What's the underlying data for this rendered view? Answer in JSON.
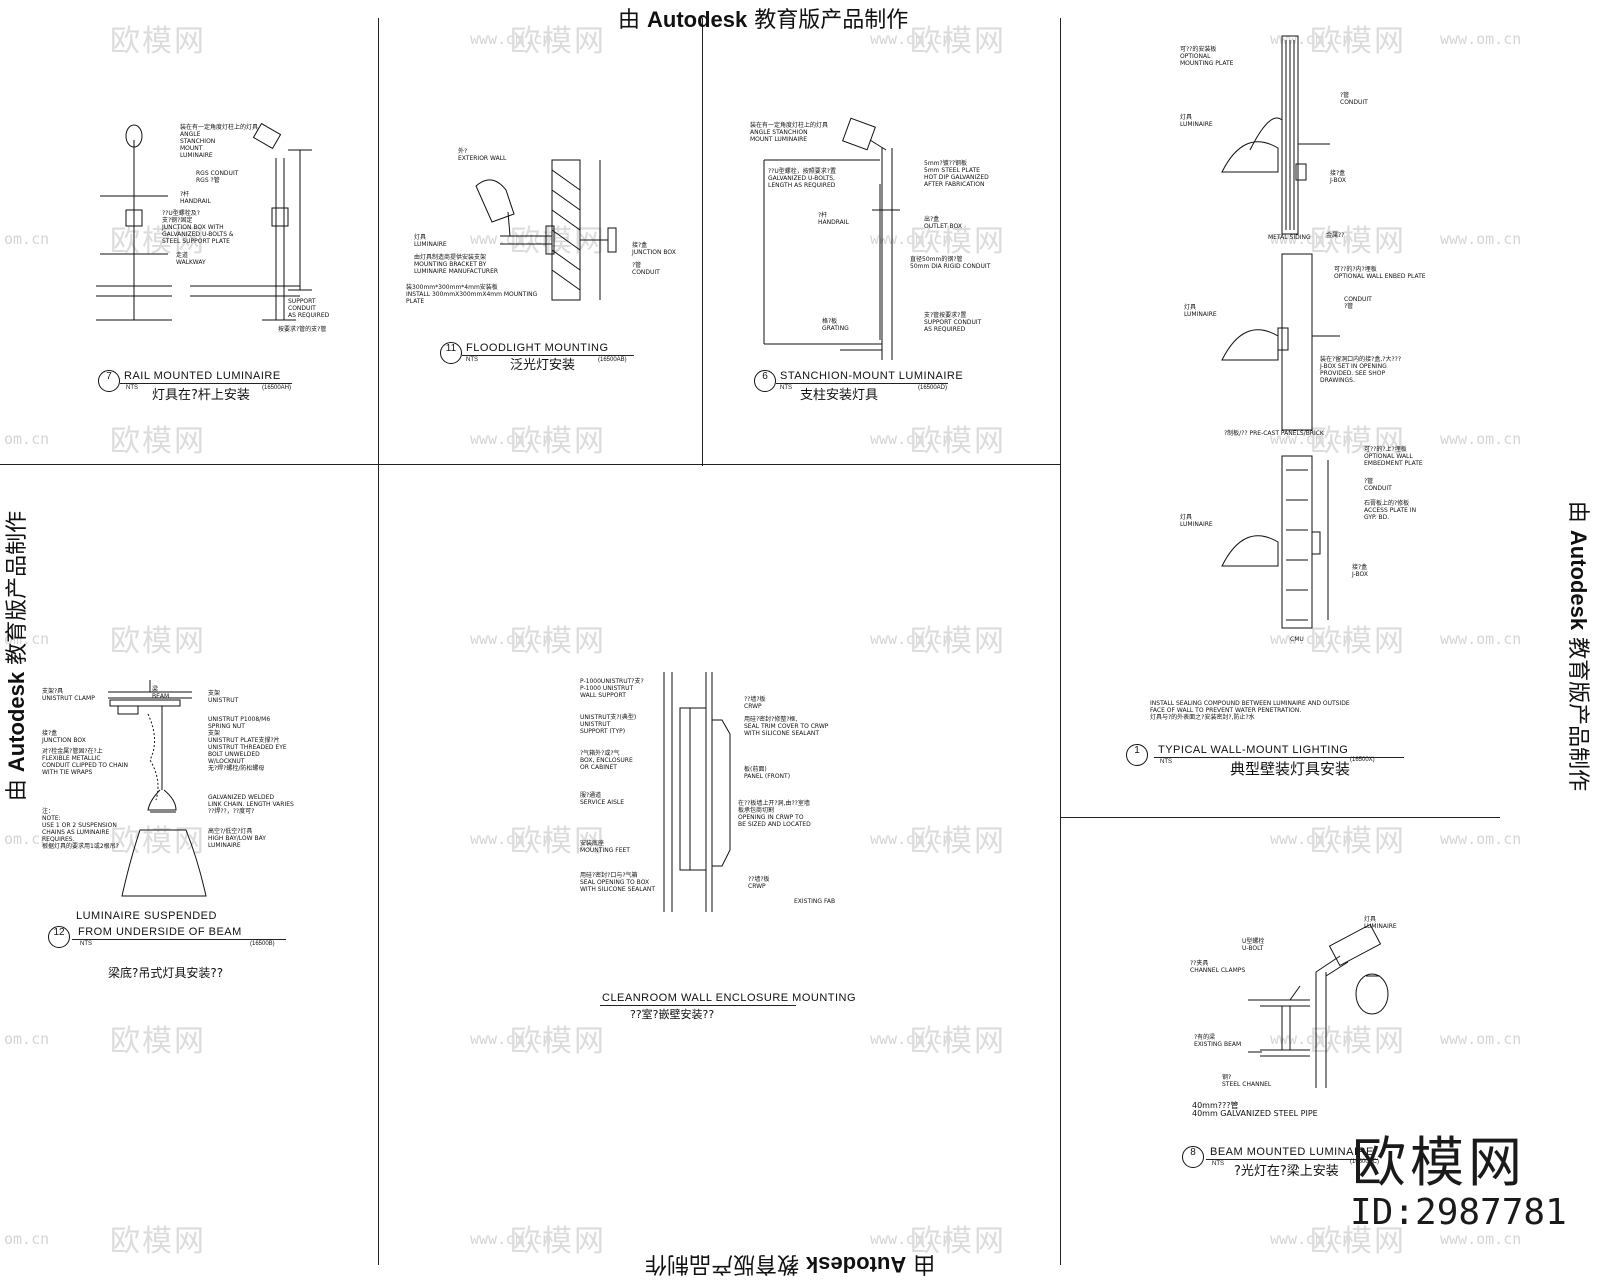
{
  "stamps": {
    "top": {
      "pre": "由 ",
      "brand": "Autodesk",
      "post": " 教育版产品制作"
    },
    "bottom": {
      "pre": "由 ",
      "brand": "Autodesk",
      "post": " 教育版产品制作"
    },
    "left": {
      "pre": "由 ",
      "brand": "Autodesk",
      "post": " 教育版产品制作"
    },
    "right": {
      "pre": "由 ",
      "brand": "Autodesk",
      "post": " 教育版产品制作"
    }
  },
  "watermark": {
    "logo": "欧模网",
    "url": "www.om.cn",
    "short": "om.cn"
  },
  "brand": {
    "logo": "欧模网",
    "id": "ID:2987781"
  },
  "details": {
    "rail": {
      "num": "7",
      "nts": "NTS",
      "code": "(16500AH)",
      "title_en": "RAIL MOUNTED LUMINAIRE",
      "title_cn": "灯具在?杆上安装",
      "labels": [
        "装在有一定角度灯柱上的灯具\nANGLE\nSTANCHION\nMOUNT\nLUMINAIRE",
        "RGS CONDUIT\nRGS ?管",
        "?杆\nHANDRAIL",
        "??U型螺栓及?\n支?钢?固定\nJUNCTION BOX WITH\nGALVANIZED U-BOLTS &\nSTEEL SUPPORT PLATE",
        "走道\nWALKWAY",
        "SUPPORT\nCONDUIT\nAS REQUIRED",
        "按要求?管的支?管"
      ]
    },
    "flood": {
      "num": "11",
      "nts": "NTS",
      "code": "(16500AB)",
      "title_en": "FLOODLIGHT MOUNTING",
      "title_cn": "泛光灯安装",
      "labels": [
        "外?\nEXTERIOR WALL",
        "灯具\nLUMINAIRE",
        "由灯具制造商提供安装支架\nMOUNTING BRACKET BY\nLUMINAIRE MANUFACTURER",
        "接?盒\nJUNCTION BOX",
        "?管\nCONDUIT",
        "装300mm*300mm*4mm安装板\nINSTALL 300mmX300mmX4mm MOUNTING\nPLATE"
      ]
    },
    "stanchion": {
      "num": "6",
      "nts": "NTS",
      "code": "(16500AD)",
      "title_en": "STANCHION-MOUNT LUMINAIRE",
      "title_cn": "支柱安装灯具",
      "labels": [
        "装在有一定角度灯柱上的灯具\nANGLE STANCHION\nMOUNT LUMINAIRE",
        "??U型螺栓，按照要求?置\nGALVANIZED U-BOLTS,\nLENGTH AS REQUIRED",
        "5mm?镀??钢板\n5mm STEEL PLATE\nHOT DIP GALVANIZED\nAFTER FABRICATION",
        "?杆\nHANDRAIL",
        "出?盒\nOUTLET BOX",
        "直径50mm的钢?管\n50mm DIA RIGID CONDUIT",
        "格?板\nGRATING",
        "支?管按要求?置\nSUPPORT CONDUIT\nAS REQUIRED"
      ]
    },
    "wall": {
      "num": "1",
      "nts": "NTS",
      "code": "(16500X)",
      "title_en": "TYPICAL WALL-MOUNT LIGHTING",
      "title_cn": "典型壁装灯具安装",
      "labels": [
        "可??的安装板\nOPTIONAL\nMOUNTING PLATE",
        "?管\nCONDUIT",
        "灯具\nLUMINAIRE",
        "接?盒\nJ-BOX",
        "METAL SIDING",
        "金属??",
        "可??的?内?埋板\nOPTIONAL WALL ENBED PLATE",
        "CONDUIT\n?管",
        "灯具\nLUMINAIRE",
        "装在?留洞口内的接?盒,?大???\nJ-BOX SET IN OPENING\nPROVIDED. SEE SHOP\nDRAWINGS.",
        "?制板/?? PRE-CAST PANELS/BRICK",
        "可??的?上?埋板\nOPTIONAL WALL\nEMBEDMENT PLATE",
        "?管\nCONDUIT",
        "石膏板上的?修板\nACCESS PLATE IN\nGYP. BD.",
        "灯具\nLUMINAIRE",
        "接?盒\nJ-BOX",
        "CMU",
        "INSTALL SEALING COMPOUND BETWEEN LUMINAIRE AND OUTSIDE\nFACE OF WALL TO PREVENT WATER PENETRATION.\n灯具与?的外表面之?安装密封?,防止?水"
      ]
    },
    "suspended": {
      "num": "12",
      "nts": "NTS",
      "code": "(16500B)",
      "title_en1": "LUMINAIRE SUSPENDED",
      "title_en2": "FROM UNDERSIDE OF BEAM",
      "title_cn": "梁底?吊式灯具安装??",
      "labels": [
        "支架?具\nUNISTRUT CLAMP",
        "梁\nBEAM",
        "支架\nUNISTRUT",
        "接?盒\nJUNCTION BOX",
        "对?栓金属?管固?在?上\nFLEXIBLE METALLIC\nCONDUIT CLIPPED TO CHAIN\nWITH TIE WRAPS",
        "UNISTRUT P1008/M6\nSPRING NUT",
        "支架\nUNISTRUT PLATE支撑?片",
        "UNISTRUT THREADED EYE\nBOLT UNWELDED\nW/LOCKNUT\n无?焊?螺栓/防松螺母",
        "GALVANIZED WELDED\nLINK CHAIN. LENGTH VARIES\n??焊??，??度可?",
        "注：\nNOTE:\nUSE 1 OR 2 SUSPENSION\nCHAINS AS LUMINAIRE\nREQUIRES.\n根据灯具的要求用1或2根吊?",
        "高空?/低空?灯具\nHIGH BAY/LOW BAY\nLUMINAIRE"
      ]
    },
    "cleanroom": {
      "title_en": "CLEANROOM WALL ENCLOSURE MOUNTING",
      "title_cn": "??室?嵌壁安装??",
      "labels": [
        "P-1000UNISTRUT?支?\nP-1000 UNISTRUT\nWALL SUPPORT",
        "??墙?板\nCRWP",
        "UNISTRUT支?(典型)\nUNISTRUT\nSUPPORT (TYP)",
        "用硅?密封?修整?框,\nSEAL TRIM COVER TO CRWP\nWITH SILICONE SEALANT",
        "?气箱外?或?气\nBOX, ENCLOSURE\nOR CABINET",
        "板(前面)\nPANEL (FRONT)",
        "服?通道\nSERVICE AISLE",
        "在??板墙上开?洞,由??室墙\n板承包商切割\nOPENING IN CRWP TO\nBE SIZED AND LOCATED",
        "安装底座\nMOUNTING FEET",
        "用硅?密封?口与?气箱\nSEAL OPENING TO BOX\nWITH SILICONE SEALANT",
        "??墙?板\nCRWP",
        "EXISTING FAB"
      ]
    },
    "beam": {
      "num": "8",
      "nts": "NTS",
      "code": "(16500AC)",
      "title_en": "BEAM MOUNTED LUMINAIRE",
      "title_cn": "?光灯在?梁上安装",
      "labels": [
        "灯具\nLUMINAIRE",
        "U型螺栓\nU-BOLT",
        "??夹具\nCHANNEL CLAMPS",
        "?有的梁\nEXISTING BEAM",
        "钢?\nSTEEL CHANNEL",
        "40mm???管\n40mm GALVANIZED STEEL PIPE"
      ]
    }
  }
}
